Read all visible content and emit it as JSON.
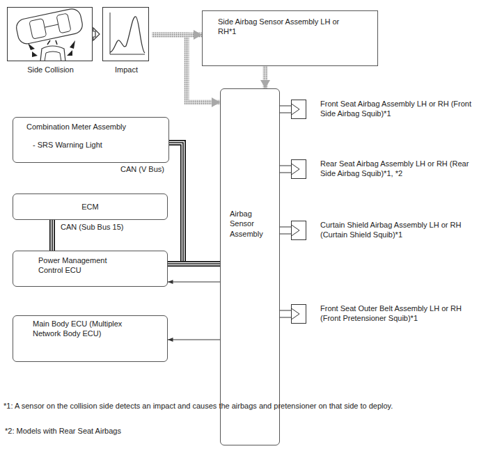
{
  "diagram": {
    "nodes": [
      {
        "text": [
          "Side Collision"
        ]
      },
      {
        "text": [
          "Impact"
        ]
      },
      {
        "text": [
          "Side Airbag Sensor Assembly LH or RH*1"
        ]
      },
      {
        "text": [
          "Combination Meter Assembly",
          "- SRS Warning Light"
        ]
      },
      {
        "text": [
          "ECM"
        ]
      },
      {
        "text": [
          "Power Management Control ECU"
        ]
      },
      {
        "text": [
          "Main Body ECU (Multiplex Network Body ECU)"
        ]
      },
      {
        "text": [
          "Airbag Sensor Assembly"
        ]
      },
      {
        "text": [
          "Front Seat Airbag Assembly LH or RH (Front Side Airbag Squib)*1"
        ]
      },
      {
        "text": [
          "Rear Seat Airbag Assembly LH or RH (Rear Side Airbag Squib)*1, *2"
        ]
      },
      {
        "text": [
          "Curtain Shield Airbag Assembly LH or RH (Curtain Shield Squib)*1"
        ]
      },
      {
        "text": [
          "Front Seat Outer Belt Assembly LH or RH (Front Pretensioner Squib)*1"
        ]
      }
    ],
    "edges": [
      {
        "from": 0,
        "to": 1,
        "arrow": "to"
      },
      {
        "from": 1,
        "to": 2,
        "arrow": "to"
      },
      {
        "from": 1,
        "to": 7,
        "arrow": "to"
      },
      {
        "from": 2,
        "to": 7,
        "arrow": "to"
      },
      {
        "from": 7,
        "to": 3,
        "label": "CAN (V Bus)",
        "arrow": "none"
      },
      {
        "from": 7,
        "to": 5,
        "arrow": "none"
      },
      {
        "from": 4,
        "to": 5,
        "label": "CAN (Sub Bus 15)",
        "arrow": "none"
      },
      {
        "from": 7,
        "to": 5,
        "arrow": "to"
      },
      {
        "from": 7,
        "to": 6,
        "arrow": "to"
      },
      {
        "from": 7,
        "to": 8,
        "arrow": "none"
      },
      {
        "from": 7,
        "to": 9,
        "arrow": "none"
      },
      {
        "from": 7,
        "to": 10,
        "arrow": "none"
      },
      {
        "from": 7,
        "to": 11,
        "arrow": "none"
      }
    ],
    "labels": [
      "*1: A sensor on the collision side detects an impact and causes the airbags and pretensioner on that side to deploy.",
      "*2: Models with Rear Seat Airbags"
    ]
  }
}
